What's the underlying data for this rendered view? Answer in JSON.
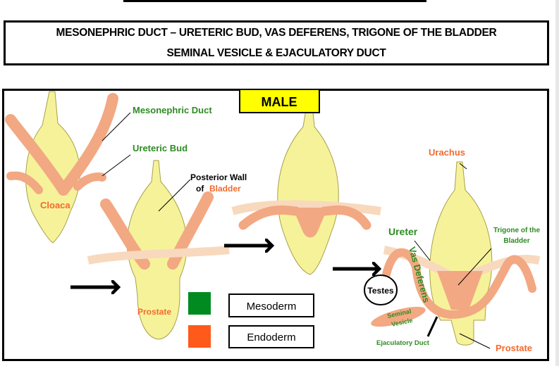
{
  "title": {
    "line1": "MESONEPHRIC DUCT –  URETERIC BUD, VAS DEFERENS, TRIGONE OF THE BLADDER",
    "line2": "SEMINAL VESICLE & EJACULATORY DUCT"
  },
  "diagram": {
    "heading": "MALE",
    "labels": {
      "mesonephric_duct": "Mesonephric Duct",
      "ureteric_bud": "Ureteric Bud",
      "cloaca": "Cloaca",
      "posterior_wall_1": "Posterior Wall",
      "posterior_wall_of": "of",
      "bladder": "Bladder",
      "prostate_1": "Prostate",
      "urachus": "Urachus",
      "ureter": "Ureter",
      "vas_deferens": "Vas Deferens",
      "trigone_1": "Trigone of the",
      "trigone_2": "Bladder",
      "testes": "Testes",
      "seminal_1": "Seminal",
      "seminal_2": "Vesicle",
      "ejaculatory_duct": "Ejaculatory Duct",
      "prostate_2": "Prostate"
    },
    "legend": [
      {
        "label": "Mesoderm",
        "color": "#008A20"
      },
      {
        "label": "Endoderm",
        "color": "#FF5A1A"
      }
    ],
    "colors": {
      "bladder": "#F6F29A",
      "duct": "#F2A882",
      "ureter": "#F8D9BE",
      "heading_bg": "#FFFF00"
    }
  }
}
